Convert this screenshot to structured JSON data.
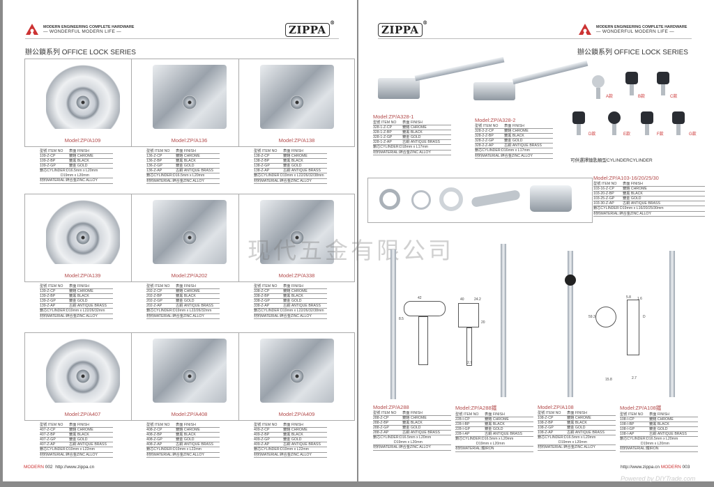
{
  "header": {
    "tag1": "MODERN ENGINEERING COMPLETE HARDWARE",
    "tag2": "— WONDERFUL MODERN LIFE —",
    "brand": "ZIPPA",
    "reg": "®",
    "series": "辦公鎖系列 OFFICE LOCK SERIES"
  },
  "left_products": [
    {
      "model": "Model:ZP/A109",
      "rows": [
        [
          "109-Z-CP",
          "鍍鉻 CHROME"
        ],
        [
          "109-Z-BP",
          "鍍黑 BLACK"
        ],
        [
          "109-Z-GP",
          "鍍金 GOLD"
        ]
      ],
      "cylinder": "鎖芯CYLINDER:D16.5mm x L20mm",
      "cylinder2": "D19mm x L20mm",
      "material": "材料MATERIAL:鋅合金ZINC ALLOY"
    },
    {
      "model": "Model:ZP/A136",
      "rows": [
        [
          "136-Z-CP",
          "鍍鉻 CHROME"
        ],
        [
          "136-Z-BP",
          "鍍黑 BLACK"
        ],
        [
          "136-Z-GP",
          "鍍金 GOLD"
        ],
        [
          "136-Z-AP",
          "古銅 ANTIQUE BRASS"
        ]
      ],
      "cylinder": "鎖芯CYLINDER:D16.5mm x L20mm",
      "material": "材料MATERIAL:鋅合金ZINC ALLOY"
    },
    {
      "model": "Model:ZP/A138",
      "rows": [
        [
          "138-Z-CP",
          "鍍鉻 CHROME"
        ],
        [
          "138-Z-BP",
          "鍍黑 BLACK"
        ],
        [
          "138-Z-GP",
          "鍍金 GOLD"
        ],
        [
          "138-Z-AP",
          "古銅 ANTIQUE BRASS"
        ]
      ],
      "cylinder": "鎖芯CYLINDER D19mm x L22/26/32/38mm",
      "material": "材料MATERIAL:鋅合金ZINC ALLOY"
    },
    {
      "model": "Model:ZP/A139",
      "rows": [
        [
          "139-Z-CP",
          "鍍鉻 CHROME"
        ],
        [
          "139-Z-BP",
          "鍍黑 BLACK"
        ],
        [
          "139-Z-GP",
          "鍍金 GOLD"
        ],
        [
          "139-Z-AP",
          "古銅 ANTIQUE BRASS"
        ]
      ],
      "cylinder": "鎖芯CYLINDER:D19mm x L22/26/32mm",
      "material": "材料MATERIAL:鋅合金ZINC ALLOY"
    },
    {
      "model": "Model:ZP/A202",
      "rows": [
        [
          "202-Z-CP",
          "鍍鉻 CHROME"
        ],
        [
          "202-Z-BP",
          "鍍黑 BLACK"
        ],
        [
          "202-Z-GP",
          "鍍金 GOLD"
        ],
        [
          "202-Z-AP",
          "古銅 ANTIQUE BRASS"
        ]
      ],
      "cylinder": "鎖芯CYLINDER:D19mm x L22/26/32mm",
      "material": "材料MATERIAL:鋅合金ZINC ALLOY"
    },
    {
      "model": "Model:ZP/A338",
      "rows": [
        [
          "338-Z-CP",
          "鍍鉻 CHROME"
        ],
        [
          "338-Z-BP",
          "鍍黑 BLACK"
        ],
        [
          "338-Z-GP",
          "鍍金 GOLD"
        ],
        [
          "338-Z-AP",
          "古銅 ANTIQUE BRASS"
        ]
      ],
      "cylinder": "鎖芯CYLINDER D19mm x L22/26/32/38mm",
      "material": "材料MATERIAL:鋅合金ZINC ALLOY"
    },
    {
      "model": "Model:ZP/A407",
      "rows": [
        [
          "407-Z-CP",
          "鍍鉻 CHROME"
        ],
        [
          "407-Z-BP",
          "鍍黑 BLACK"
        ],
        [
          "407-Z-GP",
          "鍍金 GOLD"
        ],
        [
          "407-Z-AP",
          "古銅 ANTIQUE BRASS"
        ]
      ],
      "cylinder": "鎖芯CYLINDER:D19mm x L22mm",
      "material": "材料MATERIAL:鋅合金ZINC ALLOY"
    },
    {
      "model": "Model:ZP/A408",
      "rows": [
        [
          "408-Z-CP",
          "鍍鉻 CHROME"
        ],
        [
          "408-Z-BP",
          "鍍黑 BLACK"
        ],
        [
          "408-Z-GP",
          "鍍金 GOLD"
        ],
        [
          "408-Z-AP",
          "古銅 ANTIQUE BRASS"
        ]
      ],
      "cylinder": "鎖芯CYLINDER:D19mm x L22mm",
      "material": "材料MATERIAL:鋅合金ZINC ALLOY"
    },
    {
      "model": "Model:ZP/A409",
      "rows": [
        [
          "409-Z-CP",
          "鍍鉻 CHROME"
        ],
        [
          "409-Z-BP",
          "鍍黑 BLACK"
        ],
        [
          "409-Z-GP",
          "鍍金 GOLD"
        ],
        [
          "409-Z-AP",
          "古銅 ANTIQUE BRASS"
        ]
      ],
      "cylinder": "鎖芯CYLINDER:D19mm x L22mm",
      "material": "材料MATERIAL:鋅合金ZINC ALLOY"
    }
  ],
  "spec_header": [
    "型號 ITEM NO",
    "表面 FINISH"
  ],
  "right_products": [
    {
      "model": "Model:ZP/A328-1",
      "rows": [
        [
          "328-1-Z-CP",
          "鍍鉻 CHROME"
        ],
        [
          "328-1-Z-BP",
          "鍍黑 BLACK"
        ],
        [
          "328-1-Z-GP",
          "鍍金 GOLD"
        ],
        [
          "328-1-Z-AP",
          "古銅 ANTIQUE BRASS"
        ]
      ],
      "cylinder": "鎖芯CYLINDER:D18mm x L17mm",
      "material": "材料MATERIAL:鋅合金ZINC ALLOY"
    },
    {
      "model": "Model:ZP/A328-2",
      "rows": [
        [
          "328-2-Z-CP",
          "鍍鉻 CHROME"
        ],
        [
          "328-2-Z-BP",
          "鍍黑 BLACK"
        ],
        [
          "328-2-Z-GP",
          "鍍金 GOLD"
        ],
        [
          "328-2-Z-AP",
          "古銅 ANTIQUE BRASS"
        ]
      ],
      "cylinder": "鎖芯CYLINDER:D16mm x L17mm",
      "material": "材料MATERIAL:鋅合金ZINC ALLOY"
    },
    {
      "model": "Model:ZP/A103-16/20/25/30",
      "rows": [
        [
          "103-16-Z-CP",
          "鍍鉻 CHROME"
        ],
        [
          "103-20-Z-BP",
          "鍍黑 BLACK"
        ],
        [
          "103-25-Z-GP",
          "鍍金 GOLD"
        ],
        [
          "103-30-Z-AP",
          "古銅 ANTIQUE BRASS"
        ]
      ],
      "cylinder": "鎖芯CYLINDER D19mm x L16/20/25/30mm",
      "material": "材料MATERIAL:鋅合金ZINC ALLOY"
    },
    {
      "model": "Model:ZP/A288",
      "rows": [
        [
          "288-Z-CP",
          "鍍鉻 CHROME"
        ],
        [
          "288-Z-BP",
          "鍍黑 BLACK"
        ],
        [
          "288-Z-GP",
          "鍍金 GOLD"
        ],
        [
          "288-Z-AP",
          "古銅 ANTIQUE BRASS"
        ]
      ],
      "cylinder": "鎖芯CYLINDER:D16.5mm x L20mm",
      "cylinder2": "D19mm x L20mm",
      "material": "材料MATERIAL:鋅合金ZINC ALLOY"
    },
    {
      "model": "Model:ZP/A288鐵",
      "rows": [
        [
          "228-I-CP",
          "鍍鉻 CHROME"
        ],
        [
          "228-I-BP",
          "鍍黑 BLACK"
        ],
        [
          "228-I-GP",
          "鍍金 GOLD"
        ],
        [
          "228-I-AP",
          "古銅 ANTIQUE BRASS"
        ]
      ],
      "cylinder": "鎖芯CYLINDER:D16.5mm x L20mm",
      "cylinder2": "D19mm x L20mm",
      "material": "材料MATERIAL:鐵IRON"
    },
    {
      "model": "Model:ZP/A108",
      "rows": [
        [
          "108-Z-CP",
          "鍍鉻 CHROME"
        ],
        [
          "108-Z-BP",
          "鍍黑 BLACK"
        ],
        [
          "108-Z-GP",
          "鍍金 GOLD"
        ],
        [
          "108-Z-AP",
          "古銅 ANTIQUE BRASS"
        ]
      ],
      "cylinder": "鎖芯CYLINDER:D16.5mm x L20mm",
      "cylinder2": "D19mm x L20mm",
      "material": "材料MATERIAL:鋅合金ZINC ALLOY"
    },
    {
      "model": "Model:ZP/A108鐵",
      "rows": [
        [
          "108-I-CP",
          "鍍鉻 CHROME"
        ],
        [
          "108-I-BP",
          "鍍黑 BLACK"
        ],
        [
          "108-I-GP",
          "鍍金 GOLD"
        ],
        [
          "108-I-AP",
          "古銅 ANTIQUE BRASS"
        ]
      ],
      "cylinder": "鎖芯CYLINDER:D16.5mm x L20mm",
      "cylinder2": "D19mm x L20mm",
      "material": "材料MATERIAL:鐵IRON"
    }
  ],
  "keys": {
    "labels": [
      "A款",
      "B款",
      "C款",
      "D款",
      "E款",
      "F款",
      "G款"
    ],
    "caption": "可供選擇鑰匙類型CYLINDERCYLINDER"
  },
  "drawing_dims": [
    "42",
    "40",
    "24.2",
    "8.5",
    "20",
    "2.7",
    "5.8",
    "15.8",
    "D",
    "2.7",
    "59.3",
    "1.6"
  ],
  "watermark": "现代五金有限公司",
  "footer_left": {
    "brand": "MODERN",
    "page": "002",
    "url": "http://www.zippa.cn"
  },
  "footer_right": {
    "url": "http://www.zippa.cn",
    "brand": "MODERN",
    "page": "003"
  },
  "credit": "Powered by DIYTrade.com",
  "colors": {
    "accent": "#b24a4a",
    "rule": "#999999"
  }
}
